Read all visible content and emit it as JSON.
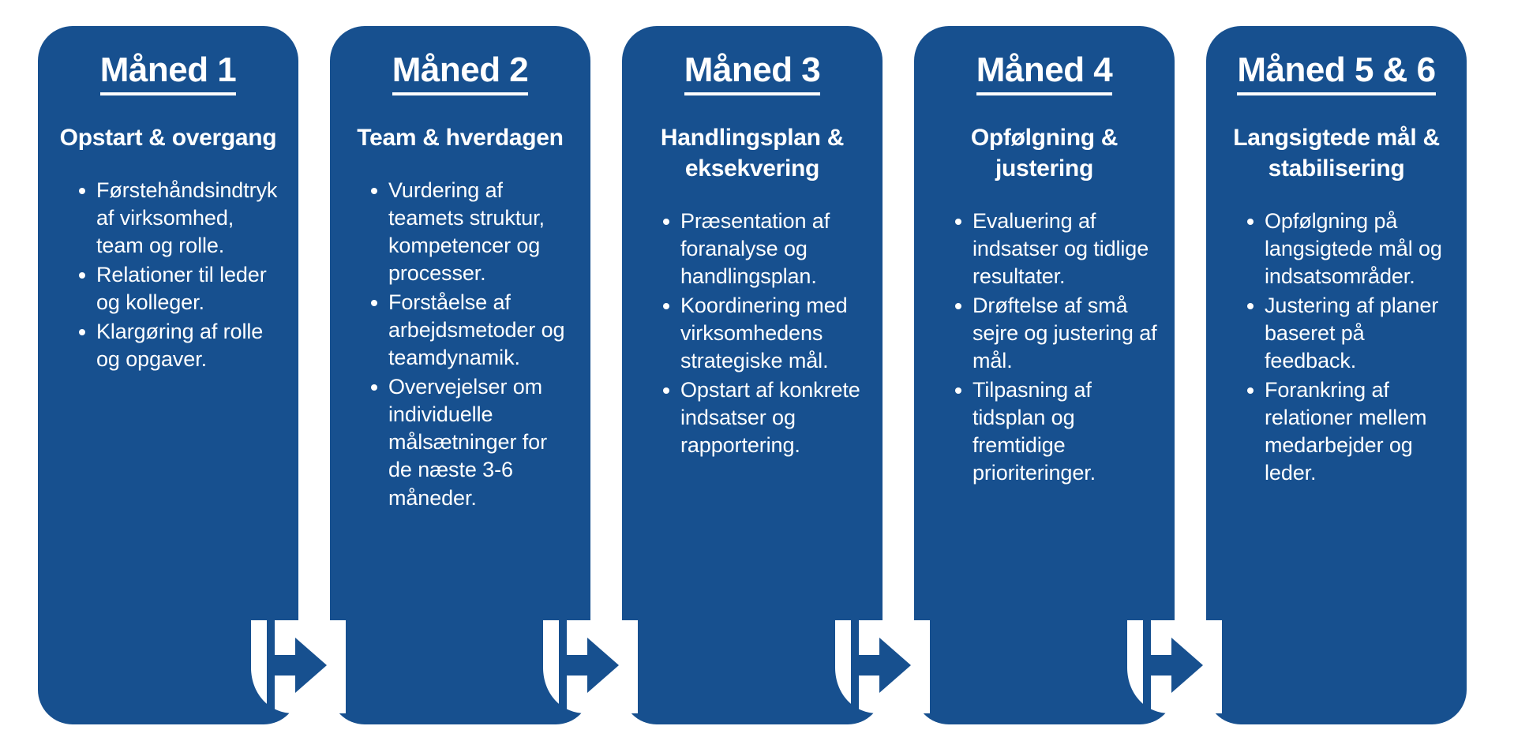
{
  "diagram": {
    "type": "timeline-process-flow",
    "accent_color": "#17508f",
    "text_color": "#ffffff",
    "background_color": "#ffffff",
    "connector_icon": "arrow-right-icon",
    "bullet_icon": "bullet-dot-icon"
  },
  "cards": [
    {
      "title": "Måned 1",
      "subtitle": "Opstart & overgang",
      "bullets": [
        "Førstehåndsindtryk af virksomhed, team og rolle.",
        "Relationer til leder og kolleger.",
        "Klargøring af rolle og opgaver."
      ]
    },
    {
      "title": "Måned 2",
      "subtitle": "Team & hverdagen",
      "bullets": [
        "Vurdering af teamets struktur, kompetencer og processer.",
        "Forståelse af arbejdsmetoder og teamdynamik.",
        "Overvejelser om individuelle målsætninger for de næste 3-6 måneder."
      ]
    },
    {
      "title": "Måned 3",
      "subtitle": "Handlingsplan & eksekvering",
      "bullets": [
        "Præsentation af foranalyse og handlingsplan.",
        "Koordinering med virksomhedens strategiske mål.",
        "Opstart af konkrete indsatser og rapportering."
      ]
    },
    {
      "title": "Måned 4",
      "subtitle": "Opfølgning & justering",
      "bullets": [
        "Evaluering af indsatser og tidlige resultater.",
        "Drøftelse af små sejre og justering af mål.",
        "Tilpasning af tidsplan og fremtidige prioriteringer."
      ]
    },
    {
      "title": "Måned 5 & 6",
      "subtitle": "Langsigtede mål & stabilisering",
      "bullets": [
        "Opfølgning på langsigtede mål og indsatsområder.",
        "Justering af planer baseret på feedback.",
        "Forankring af relationer mellem medarbejder og leder."
      ]
    }
  ]
}
